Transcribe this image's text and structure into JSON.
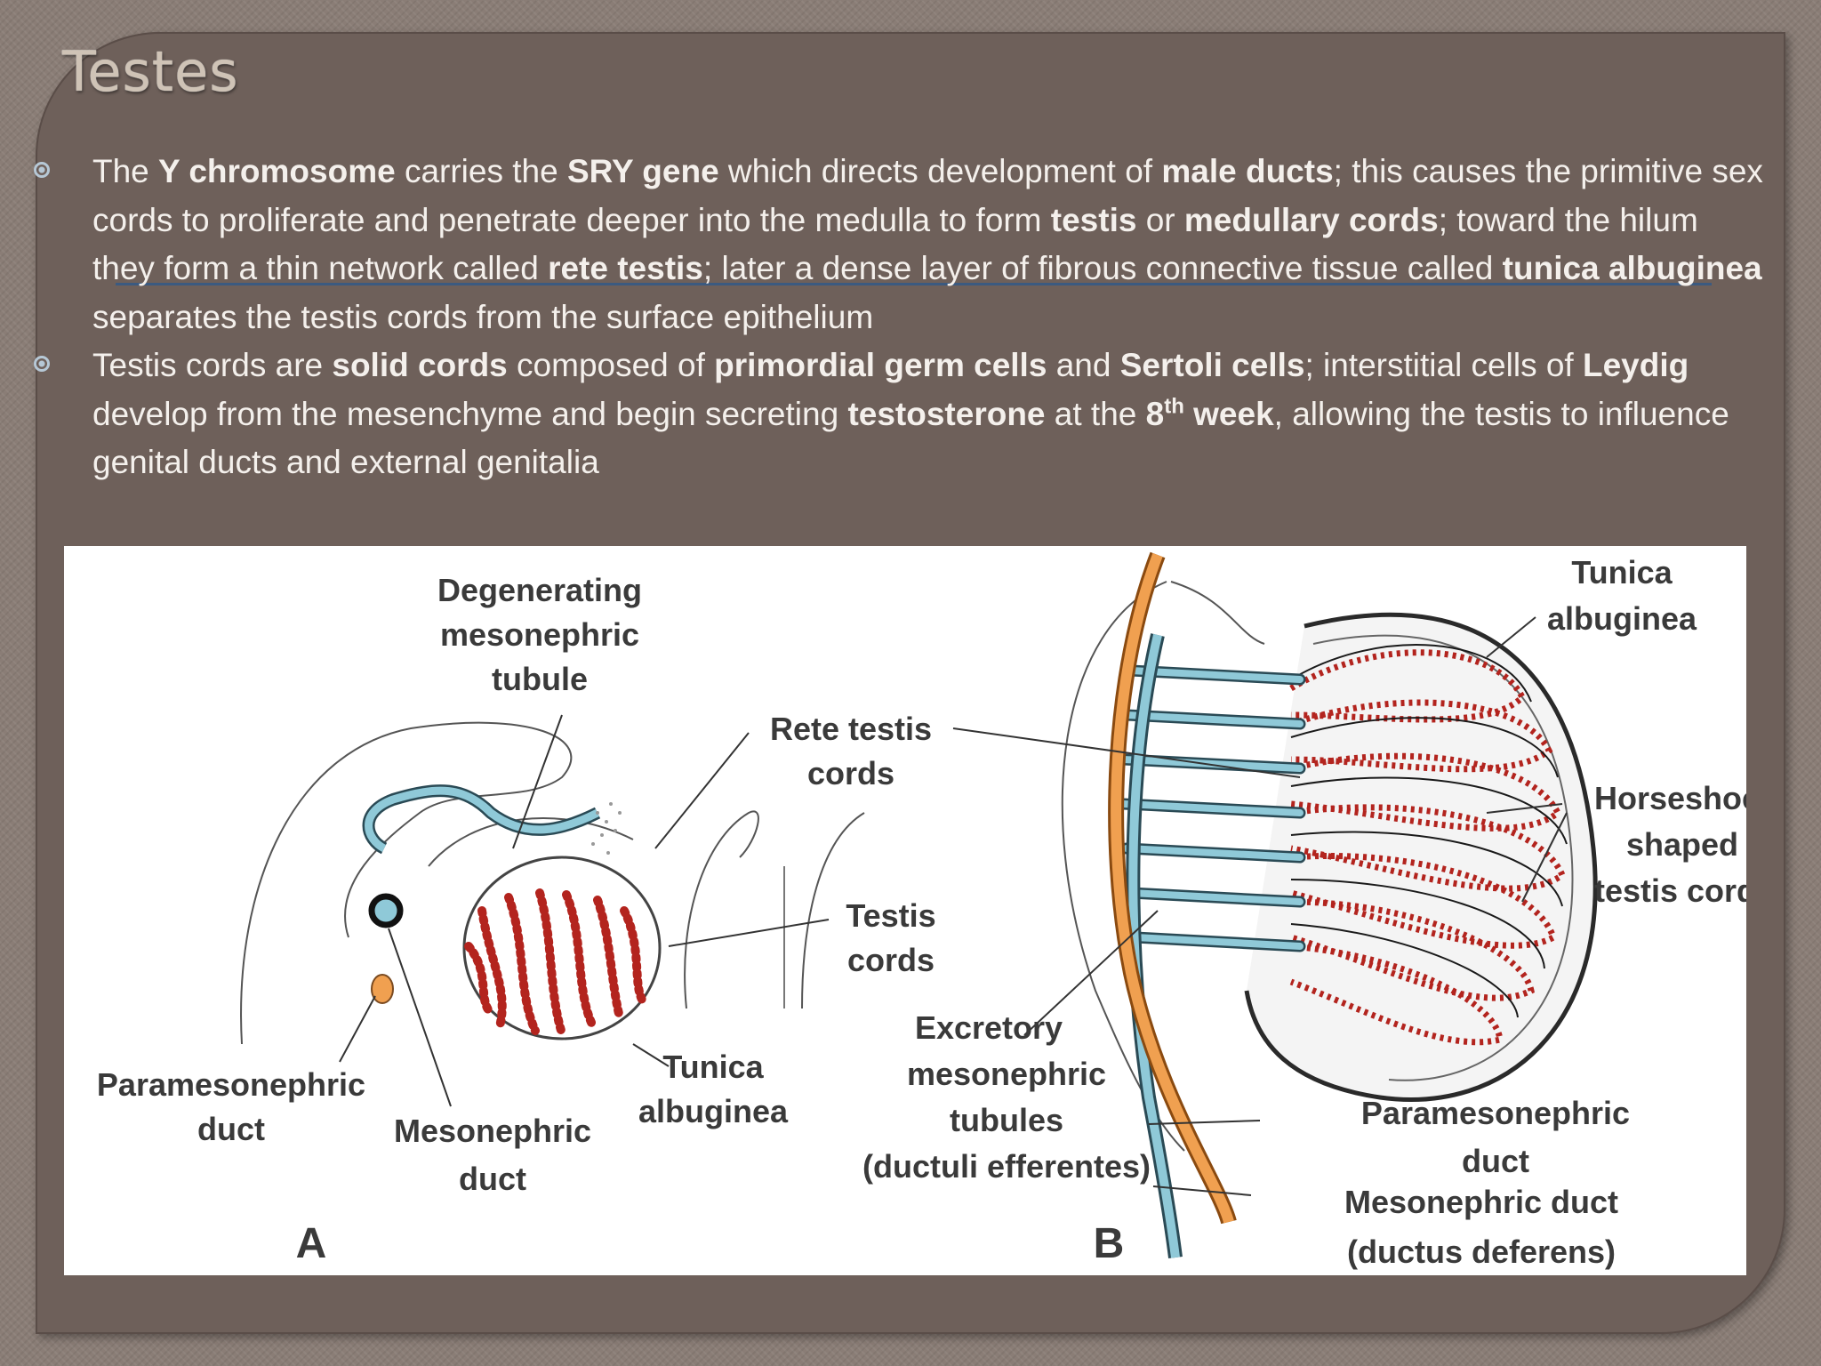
{
  "title": "Testes",
  "bullets": [
    {
      "t1": "The ",
      "b1": "Y chromosome",
      "t2": " carries the ",
      "b2": "SRY gene",
      "t3": " which directs development of ",
      "b3": "male ducts",
      "t4": "; this causes the primitive sex cords to proliferate and penetrate deeper into the medulla to form ",
      "b4": "testis",
      "t5": " or ",
      "b5": "medullary cords",
      "t6": "; toward the hilum they form a thin network called ",
      "b6": "rete testis",
      "t7": "; later a dense layer of fibrous connective tissue called ",
      "b7": "tunica albuginea",
      "t8": " separates the testis cords from the surface epithelium"
    },
    {
      "t1": "Testis cords are ",
      "b1": "solid cords",
      "t2": " composed of ",
      "b2": "primordial germ cells",
      "t3": " and ",
      "b3": "Sertoli cells",
      "t4": "; interstitial cells of ",
      "b4": "Leydig",
      "t5": " develop from the mesenchyme and begin secreting ",
      "b5": "testosterone",
      "t6": " at the ",
      "b6": "8",
      "sup": "th",
      "b7": " week",
      "t7": ", allowing the testis to influence genital ducts and external genitalia"
    }
  ],
  "figure": {
    "panel_a": {
      "letter": "A",
      "degenerating": [
        "Degenerating",
        "mesonephric",
        "tubule"
      ],
      "rete": [
        "Rete testis",
        "cords"
      ],
      "testis_cords": [
        "Testis",
        "cords"
      ],
      "tunica": [
        "Tunica",
        "albuginea"
      ],
      "paramesonephric": [
        "Paramesonephric",
        "duct"
      ],
      "mesonephric": [
        "Mesonephric",
        "duct"
      ]
    },
    "panel_b": {
      "letter": "B",
      "tunica": [
        "Tunica",
        "albuginea"
      ],
      "horseshoe": [
        "Horseshoe-",
        "shaped",
        "testis cords"
      ],
      "excretory": [
        "Excretory",
        "mesonephric",
        "tubules",
        "(ductuli efferentes)"
      ],
      "paramesonephric": [
        "Paramesonephric",
        "duct"
      ],
      "mesonephric": [
        "Mesonephric duct",
        "(ductus deferens)"
      ]
    }
  },
  "colors": {
    "panel": "#6e605a",
    "text": "#f4f0ec",
    "duct_blue": "#8fc9d8",
    "duct_orange": "#f0a050",
    "cord_red": "#b3241e"
  }
}
